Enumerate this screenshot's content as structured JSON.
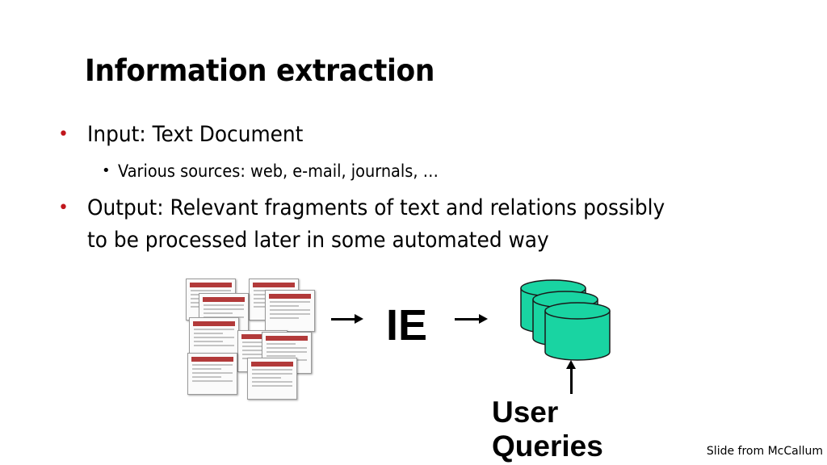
{
  "slide": {
    "title": "Information extraction",
    "bullets": [
      {
        "marker": "•",
        "text": "Input:  Text Document"
      },
      {
        "marker": "•",
        "text": "Various sources:  web, e-mail, journals, …"
      },
      {
        "marker": "•",
        "line1": "Output:  Relevant fragments of text and relations possibly",
        "line2": "to be processed later in some automated way"
      }
    ],
    "diagram": {
      "ie_label": "IE",
      "user_queries_line1": "User",
      "user_queries_line2": "Queries"
    },
    "credit": "Slide from McCallum"
  },
  "colors": {
    "bullet": "#c0161c",
    "database_fill": "#19d4a2",
    "database_stroke": "#1a1a1a",
    "document_header": "#b23a3a"
  }
}
